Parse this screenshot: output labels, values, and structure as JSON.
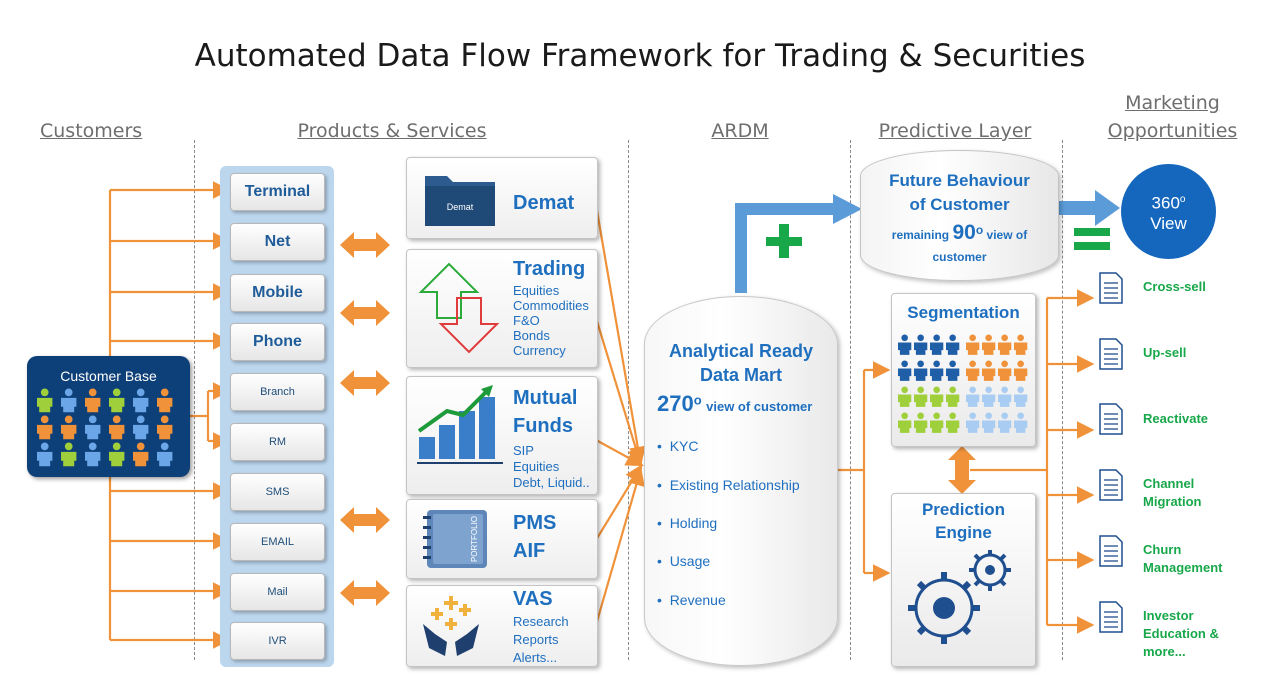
{
  "title": "Automated Data Flow Framework for Trading & Securities",
  "headers": {
    "customers": "Customers",
    "products": "Products & Services",
    "ardm": "ARDM",
    "predictive": "Predictive Layer",
    "marketing_line1": "Marketing",
    "marketing_line2": "Opportunities"
  },
  "customer_base": {
    "label": "Customer Base"
  },
  "channels": [
    "Terminal",
    "Net",
    "Mobile",
    "Phone",
    "Branch",
    "RM",
    "SMS",
    "EMAIL",
    "Mail",
    "IVR"
  ],
  "products": {
    "demat": {
      "title": "Demat",
      "folder_label": "Demat"
    },
    "trading": {
      "title": "Trading",
      "items": [
        "Equities",
        "Commodities",
        "F&O",
        "Bonds",
        "Currency"
      ]
    },
    "mutual_funds": {
      "title_line1": "Mutual",
      "title_line2": "Funds",
      "items": [
        "SIP",
        "Equities",
        "Debt, Liquid.."
      ]
    },
    "pms": {
      "title_line1": "PMS",
      "title_line2": "AIF",
      "folder_label": "PORTFOLIO"
    },
    "vas": {
      "title": "VAS",
      "items": [
        "Research",
        "Reports",
        "Alerts..."
      ]
    }
  },
  "data_mart": {
    "title_line1": "Analytical Ready",
    "title_line2": "Data Mart",
    "view_number": "270",
    "view_sup": "o",
    "view_text": "view of customer",
    "bullets": [
      "KYC",
      "Existing Relationship",
      "Holding",
      "Usage",
      "Revenue"
    ]
  },
  "future": {
    "title_line1": "Future Behaviour",
    "title_line2": "of Customer",
    "remaining": "remaining",
    "number": "90",
    "sup": "o",
    "view_of": "view of",
    "customer": "customer"
  },
  "segmentation": {
    "title": "Segmentation"
  },
  "prediction": {
    "title_line1": "Prediction",
    "title_line2": "Engine"
  },
  "view360": {
    "number": "360",
    "sup": "o",
    "label": "View"
  },
  "opportunities": [
    {
      "line1": "Cross-sell",
      "line2": "",
      "line3": ""
    },
    {
      "line1": "Up-sell",
      "line2": "",
      "line3": ""
    },
    {
      "line1": "Reactivate",
      "line2": "",
      "line3": ""
    },
    {
      "line1": "Channel",
      "line2": "Migration",
      "line3": ""
    },
    {
      "line1": "Churn",
      "line2": "Management",
      "line3": ""
    },
    {
      "line1": "Investor",
      "line2": "Education &",
      "line3": "more..."
    }
  ],
  "colors": {
    "arrow_orange": "#f0923a",
    "blue_arrow": "#4f8fd4",
    "title_blue": "#1f6fbf",
    "green": "#18a84a",
    "navy": "#0d3f78",
    "channel_bg": "#bcd6ee"
  }
}
